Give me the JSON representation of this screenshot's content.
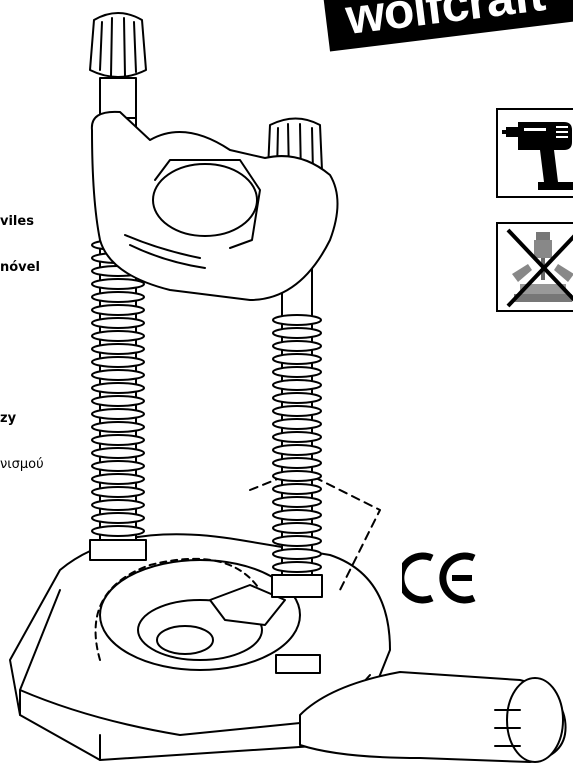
{
  "brand": {
    "logo_text": "wolfcraft"
  },
  "side_text": {
    "line1": "viles",
    "line2": "nóvel",
    "line3": "zy",
    "line4": "νισμού"
  },
  "icons": {
    "allowed": "drill-icon",
    "not_allowed": "drill-press-crossed-icon",
    "mark": "ce-mark"
  }
}
